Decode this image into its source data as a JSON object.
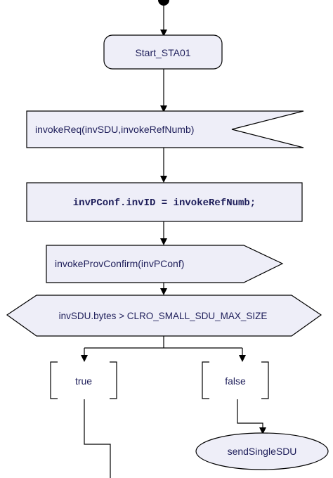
{
  "diagram": {
    "start_state": "Start_STA01",
    "input_signal": "invokeReq(invSDU,invokeRefNumb)",
    "task": "invPConf.invID = invokeRefNumb;",
    "output_signal": "invokeProvConfirm(invPConf)",
    "decision": "invSDU.bytes > CLRO_SMALL_SDU_MAX_SIZE",
    "answer_true": "true",
    "answer_false": "false",
    "next_state": "sendSingleSDU"
  },
  "colors": {
    "shape_fill": "#eeeef8",
    "stroke": "#000000",
    "text": "#1e1e5a"
  }
}
